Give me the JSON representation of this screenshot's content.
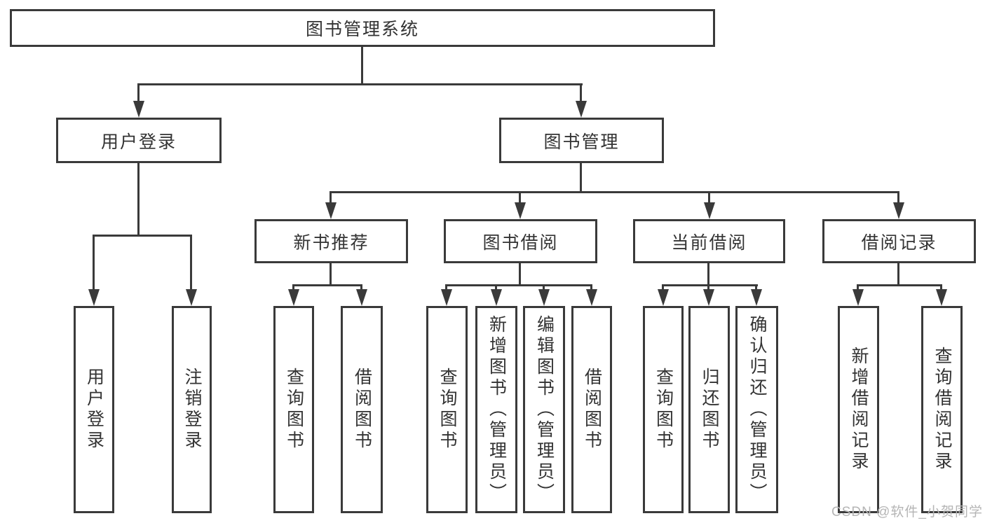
{
  "diagram": {
    "root": {
      "label": "图书管理系统"
    },
    "level2": {
      "user_login": {
        "label": "用户登录"
      },
      "book_mgmt": {
        "label": "图书管理"
      }
    },
    "level3": {
      "new_books": {
        "label": "新书推荐"
      },
      "book_borrow": {
        "label": "图书借阅"
      },
      "current_borrow": {
        "label": "当前借阅"
      },
      "borrow_records": {
        "label": "借阅记录"
      }
    },
    "leaves": {
      "a1": {
        "label": "用户登录"
      },
      "a2": {
        "label": "注销登录"
      },
      "b1": {
        "label": "查询图书"
      },
      "b2": {
        "label": "借阅图书"
      },
      "c1": {
        "label": "查询图书"
      },
      "c2": {
        "label": "新增图书（管理员）"
      },
      "c3": {
        "label": "编辑图书（管理员）"
      },
      "c4": {
        "label": "借阅图书"
      },
      "d1": {
        "label": "查询图书"
      },
      "d2": {
        "label": "归还图书"
      },
      "d3": {
        "label": "确认归还（管理员）"
      },
      "e1": {
        "label": "新增借阅记录"
      },
      "e2": {
        "label": "查询借阅记录"
      }
    }
  },
  "watermark": {
    "text": "CSDN @软件_小贺同学"
  },
  "colors": {
    "line": "#3a3a3a",
    "text": "#333333",
    "watermark": "#b5b5b5",
    "background": "#ffffff"
  }
}
